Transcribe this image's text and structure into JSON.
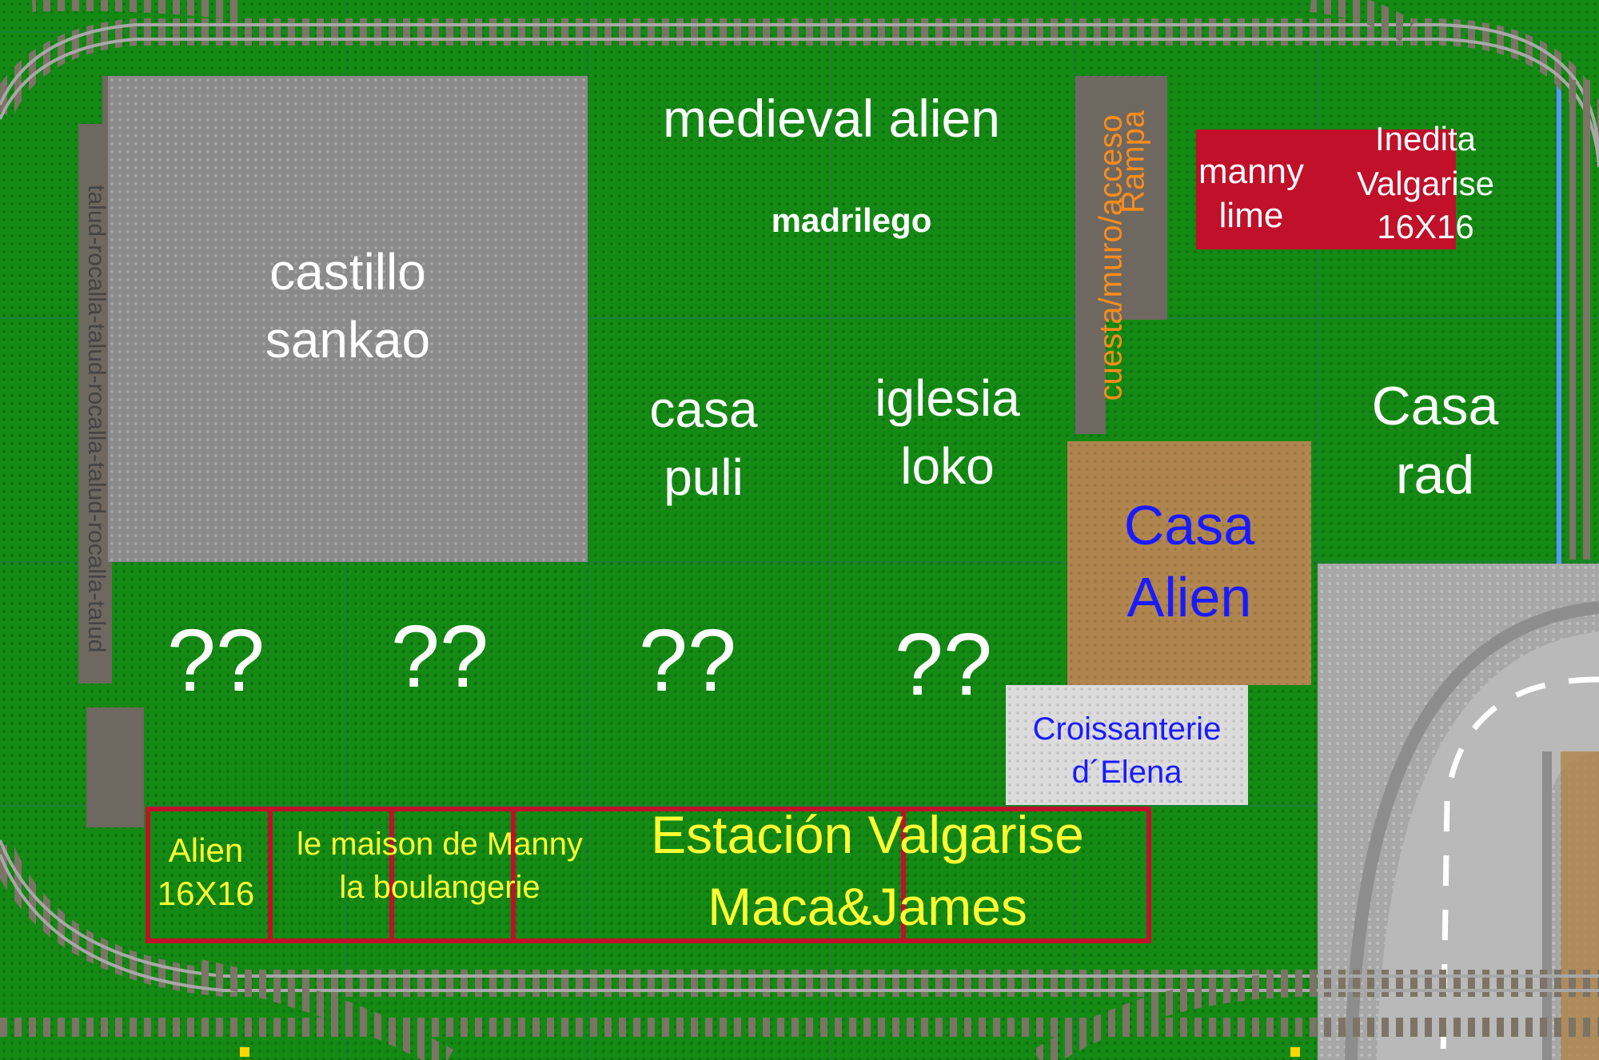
{
  "colors": {
    "baseplate": "#148a14",
    "gray_plate": "#8a8a8a",
    "tan_plate": "#b0864e",
    "red_plate": "#c0102a",
    "light_plate": "#dcdcdc",
    "text_white": "#ffffff",
    "text_yellow": "#ffff33",
    "text_blue": "#1a1aff",
    "text_orange": "#ff8c1a",
    "rail": "#9a9a9a"
  },
  "labels": {
    "medieval": "medieval alien",
    "madrilego": "madrilego",
    "castillo_1": "castillo",
    "castillo_2": "sankao",
    "talud": "talud-rocalla-talud-rocalla-talud-rocalla-talud",
    "cuesta": "cuesta/muro/acceso",
    "rampa": "Rampa",
    "manny_1": "manny",
    "manny_2": "lime",
    "inedita_1": "Inedita",
    "inedita_2": "Valgarise",
    "inedita_3": "16X16",
    "puli_1": "casa",
    "puli_2": "puli",
    "iglesia_1": "iglesia",
    "iglesia_2": "loko",
    "rad_1": "Casa",
    "rad_2": "rad",
    "alien_1": "Casa",
    "alien_2": "Alien",
    "q1": "??",
    "q2": "??",
    "q3": "??",
    "q4": "??",
    "croissant_1": "Croissanterie",
    "croissant_2": "d´Elena",
    "alien16_1": "Alien",
    "alien16_2": "16X16",
    "maison_1": "le maison de Manny",
    "maison_2": "la boulangerie",
    "estacion_1": "Estación Valgarise",
    "estacion_2": "Maca&James"
  },
  "icons": {
    "track": "railway-track",
    "road": "road-curve"
  }
}
